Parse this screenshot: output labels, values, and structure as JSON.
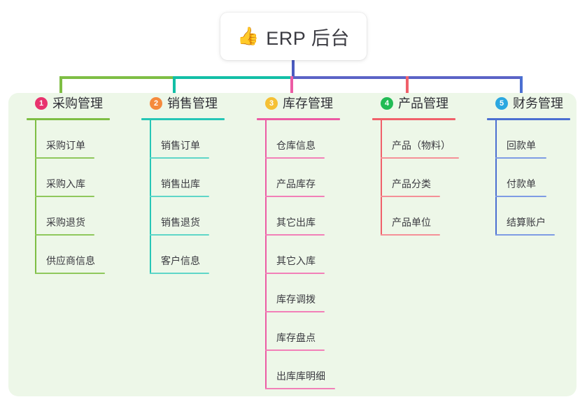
{
  "diagram": {
    "type": "mindmap-tree",
    "background_color": "#FFFFFF",
    "panel_color": "#EDF7E8",
    "root": {
      "emoji": "👍",
      "emoji_name": "thumbs-up-emoji",
      "title": "ERP 后台"
    },
    "connector_colors": {
      "root_stem": "#4B5BC0",
      "segment_1": "#7EBE44",
      "segment_2": "#12BFA6",
      "segment_3": "#5B63C6",
      "drop_1": "#7EBE44",
      "drop_2": "#12BFA6",
      "drop_3": "#EC5BA4",
      "drop_4": "#F0606A",
      "drop_5": "#4B6FD1"
    },
    "columns": [
      {
        "index": "1",
        "badge_number": "1",
        "badge_color": "#E8336E",
        "title": "采购管理",
        "line_color": "#7EBE44",
        "items": [
          {
            "label": "采购订单"
          },
          {
            "label": "采购入库"
          },
          {
            "label": "采购退货"
          },
          {
            "label": "供应商信息"
          }
        ]
      },
      {
        "index": "2",
        "badge_number": "2",
        "badge_color": "#F58A3C",
        "title": "销售管理",
        "line_color": "#26C6B6",
        "items": [
          {
            "label": "销售订单"
          },
          {
            "label": "销售出库"
          },
          {
            "label": "销售退货"
          },
          {
            "label": "客户信息"
          }
        ]
      },
      {
        "index": "3",
        "badge_number": "3",
        "badge_color": "#F5C034",
        "title": "库存管理",
        "line_color": "#EC5BA4",
        "items": [
          {
            "label": "仓库信息"
          },
          {
            "label": "产品库存"
          },
          {
            "label": "其它出库"
          },
          {
            "label": "其它入库"
          },
          {
            "label": "库存调拨"
          },
          {
            "label": "库存盘点"
          },
          {
            "label": "出库库明细"
          }
        ]
      },
      {
        "index": "4",
        "badge_number": "4",
        "badge_color": "#22BB55",
        "title": "产品管理",
        "line_color": "#F0606A",
        "items": [
          {
            "label": "产品（物料）"
          },
          {
            "label": "产品分类"
          },
          {
            "label": "产品单位"
          }
        ]
      },
      {
        "index": "5",
        "badge_number": "5",
        "badge_color": "#2BA7E0",
        "title": "财务管理",
        "line_color": "#4B6FD1",
        "items": [
          {
            "label": "回款单"
          },
          {
            "label": "付款单"
          },
          {
            "label": "结算账户"
          }
        ]
      }
    ]
  }
}
